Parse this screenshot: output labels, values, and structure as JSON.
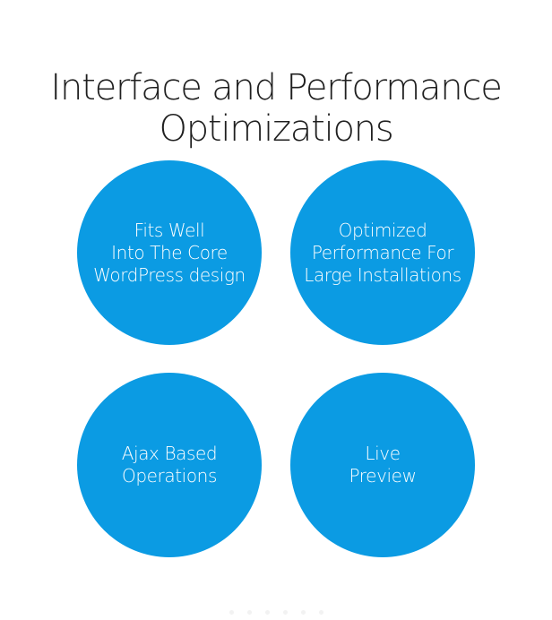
{
  "colors": {
    "accent": "#0b9be3",
    "title": "#1f1f1f",
    "background": "#ffffff"
  },
  "title": {
    "line1": "Interface and Performance",
    "line2": "Optimizations"
  },
  "features": [
    {
      "lines": [
        "Fits Well",
        "Into The Core",
        "WordPress design"
      ]
    },
    {
      "lines": [
        "Optimized",
        "Performance For",
        "Large Installations"
      ]
    },
    {
      "lines": [
        "Ajax Based",
        "Operations"
      ]
    },
    {
      "lines": [
        "Live",
        "Preview"
      ]
    }
  ],
  "pagination": {
    "count": 6
  }
}
